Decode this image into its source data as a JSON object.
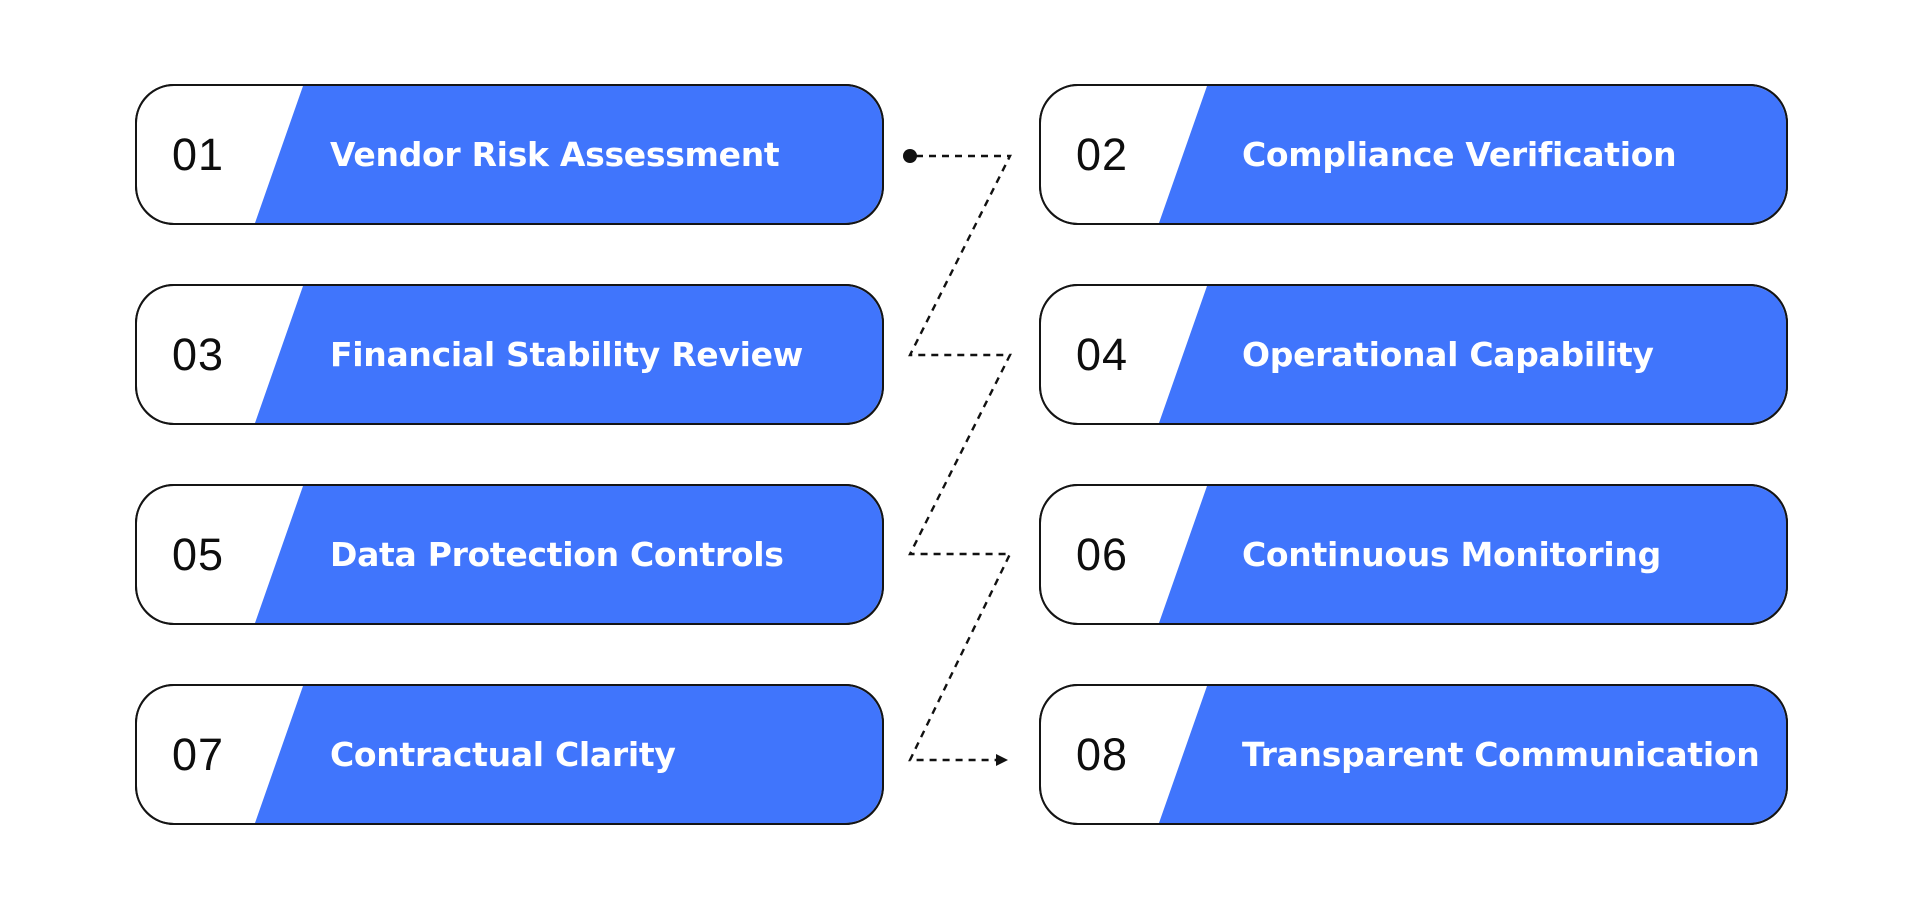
{
  "colors": {
    "accent": "#4075FC",
    "outline": "#151515",
    "card_left_fill": "#ffffff",
    "number_text": "#0d0d0d",
    "label_text": "#ffffff",
    "connector": "#111111"
  },
  "steps": [
    {
      "number": "01",
      "label": "Vendor Risk Assessment"
    },
    {
      "number": "02",
      "label": "Compliance Verification"
    },
    {
      "number": "03",
      "label": "Financial Stability Review"
    },
    {
      "number": "04",
      "label": "Operational Capability"
    },
    {
      "number": "05",
      "label": "Data Protection Controls"
    },
    {
      "number": "06",
      "label": "Continuous Monitoring"
    },
    {
      "number": "07",
      "label": "Contractual Clarity"
    },
    {
      "number": "08",
      "label": "Transparent Communication"
    }
  ]
}
